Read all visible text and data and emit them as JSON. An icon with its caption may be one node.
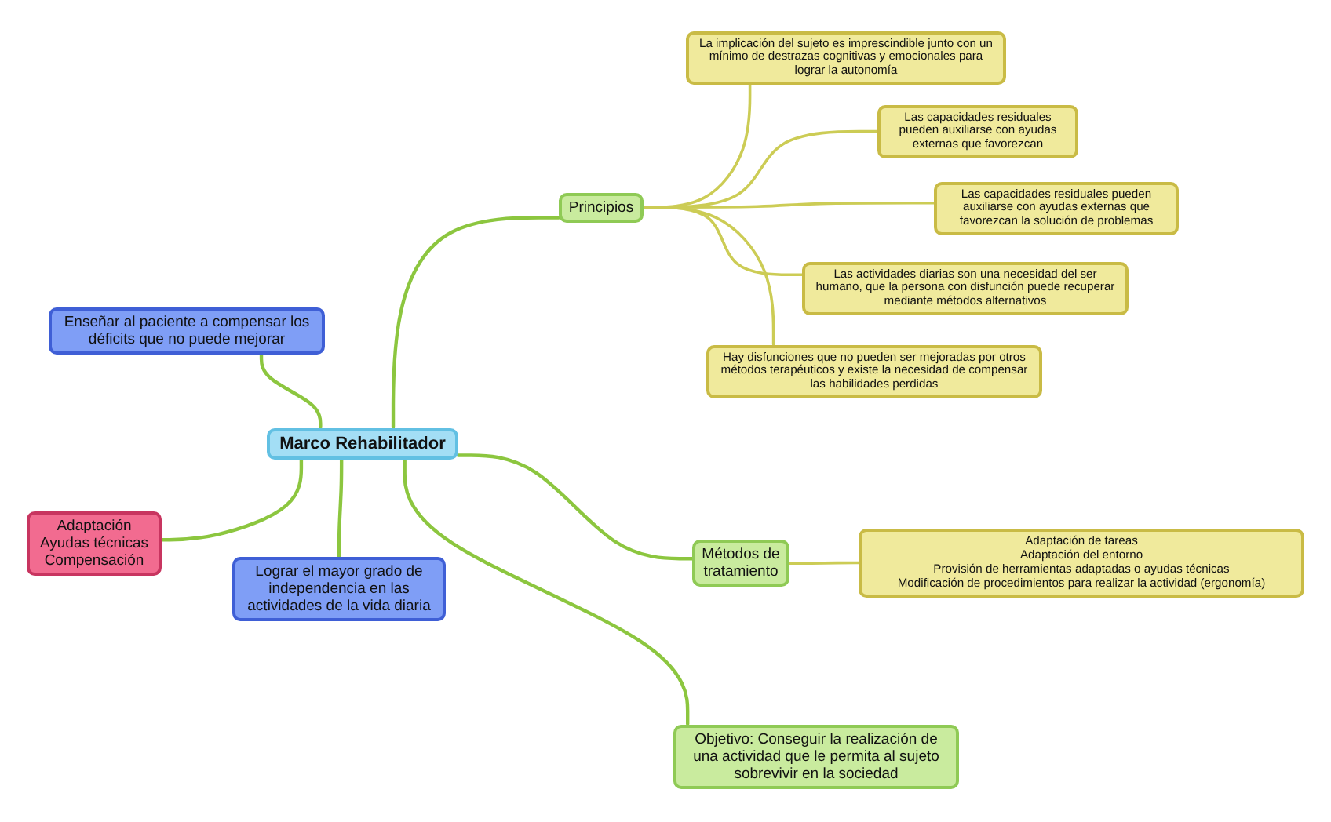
{
  "diagram": {
    "nodes": [
      {
        "text": [
          "Marco Rehabilitador"
        ]
      },
      {
        "text": [
          "Principios"
        ]
      },
      {
        "text": [
          "La implicación del sujeto es imprescindible junto con un mínimo de destrazas cognitivas y emocionales para lograr la autonomía"
        ]
      },
      {
        "text": [
          "Las capacidades residuales pueden auxiliarse con ayudas externas que favorezcan"
        ]
      },
      {
        "text": [
          "Las capacidades residuales pueden auxiliarse con ayudas externas que favorezcan la solución de problemas"
        ]
      },
      {
        "text": [
          "Las actividades diarias son una necesidad del ser humano, que la persona con disfunción puede recuperar mediante métodos alternativos"
        ]
      },
      {
        "text": [
          "Hay disfunciones que no pueden ser mejoradas por otros métodos terapéuticos y existe la necesidad de compensar las habilidades perdidas"
        ]
      },
      {
        "text": [
          "Enseñar al paciente a compensar los déficits que no puede mejorar"
        ]
      },
      {
        "text": [
          "Adaptación",
          "Ayudas técnicas",
          "Compensación"
        ]
      },
      {
        "text": [
          "Lograr el mayor grado de independencia en las actividades de la vida diaria"
        ]
      },
      {
        "text": [
          "Métodos de tratamiento"
        ]
      },
      {
        "text": [
          "Adaptación de tareas",
          "Adaptación del entorno",
          "Provisión de herramientas adaptadas o ayudas técnicas",
          "Modificación de procedimientos para realizar la actividad (ergonomía)"
        ]
      },
      {
        "text": [
          "Objetivo: Conseguir la realización de una actividad que le permita al sujeto sobrevivir en la sociedad"
        ]
      }
    ],
    "edges": [
      {
        "from": 0,
        "to": 1,
        "arrow": "none"
      },
      {
        "from": 1,
        "to": 2,
        "arrow": "none",
        "color": "#cccc55"
      },
      {
        "from": 1,
        "to": 3,
        "arrow": "none",
        "color": "#cccc55"
      },
      {
        "from": 1,
        "to": 4,
        "arrow": "none",
        "color": "#cccc55"
      },
      {
        "from": 1,
        "to": 5,
        "arrow": "none",
        "color": "#cccc55"
      },
      {
        "from": 1,
        "to": 6,
        "arrow": "none",
        "color": "#cccc55"
      },
      {
        "from": 0,
        "to": 7,
        "arrow": "none"
      },
      {
        "from": 0,
        "to": 8,
        "arrow": "none"
      },
      {
        "from": 0,
        "to": 9,
        "arrow": "none"
      },
      {
        "from": 0,
        "to": 10,
        "arrow": "none"
      },
      {
        "from": 10,
        "to": 11,
        "arrow": "none",
        "color": "#cccc55"
      },
      {
        "from": 0,
        "to": 12,
        "arrow": "none"
      }
    ]
  }
}
